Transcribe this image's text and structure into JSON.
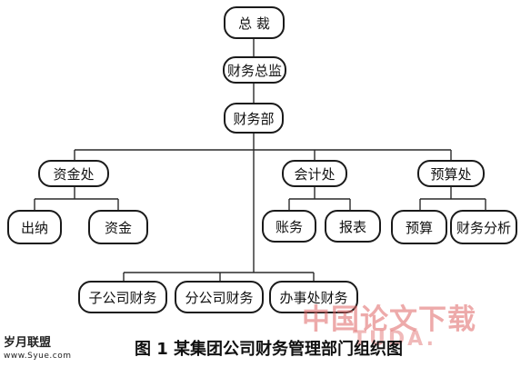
{
  "nodes": {
    "ceo": "总 裁",
    "cfo": "财务总监",
    "finance_dept": "财务部",
    "funds_office": "资金处",
    "accounting_office": "会计处",
    "budget_office": "预算处",
    "cashier": "出纳",
    "funds": "资金",
    "accounts": "账务",
    "reports": "报表",
    "budget": "预算",
    "financial_analysis": "财务分析",
    "subsidiary_finance": "子公司财务",
    "branch_finance": "分公司财务",
    "office_finance": "办事处财务"
  },
  "caption": "图 1   某集团公司财务管理部门组织图",
  "watermarks": {
    "left_title": "岁月联盟",
    "left_url": "www.Syue.com",
    "cn_site": "中国论文下载",
    "en_site": "TUDA."
  },
  "colors": {
    "border": "#1a1a1a",
    "watermark": "#e06666"
  }
}
